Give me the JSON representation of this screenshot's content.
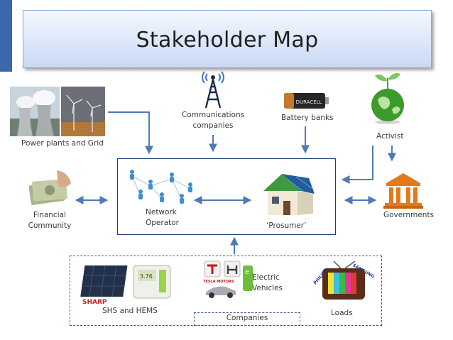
{
  "title": "Stakeholder Map",
  "nodes": {
    "power_plants": "Power plants and Grid",
    "communications": [
      "Communications",
      "companies"
    ],
    "battery_banks": "Battery banks",
    "activist": "Activist",
    "financial": [
      "Financial",
      "Community"
    ],
    "network_operator": [
      "Network",
      "Operator"
    ],
    "prosumer": "‘Prosumer’",
    "governments": "Governments",
    "electric_vehicles": [
      "Electric",
      "Vehicles"
    ],
    "shs_hems": "SHS and HEMS",
    "loads": "Loads",
    "companies": "Companies"
  },
  "logos": {
    "battery_brand": "DURACELL",
    "sharp": "SHARP",
    "tesla": "TESLA MOTORS",
    "philips": "PHILIPS",
    "samsung": "SAMSUNG",
    "meter_reading": "3.76"
  },
  "colors": {
    "title_border": "#8aa8d6",
    "frame": "#1f3f78",
    "arrow": "#4f7ab8",
    "accent_bar": "#3c68ad"
  }
}
